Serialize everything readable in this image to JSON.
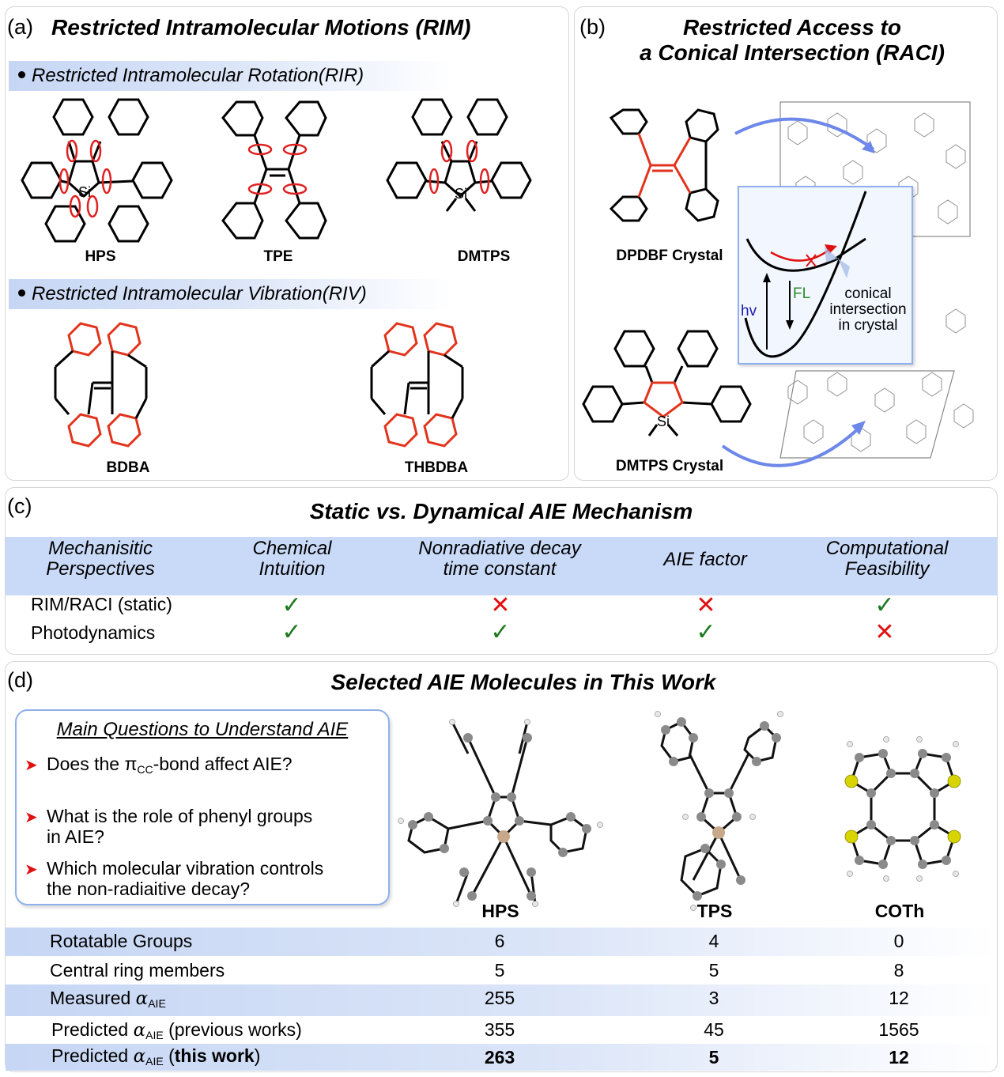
{
  "panel_a": {
    "label": "(a)",
    "title": "Restricted Intramolecular Motions (RIM)",
    "rir": {
      "heading": "Restricted Intramolecular Rotation(RIR)",
      "molecules": [
        "HPS",
        "TPE",
        "DMTPS"
      ]
    },
    "riv": {
      "heading": "Restricted Intramolecular Vibration(RIV)",
      "molecules": [
        "BDBA",
        "THBDBA"
      ]
    },
    "colors": {
      "rotation_arrows": "#e02020",
      "riv_rings": "#e2341d",
      "bonds": "#000000"
    }
  },
  "panel_b": {
    "label": "(b)",
    "title_line1": "Restricted Access to",
    "title_line2": "a Conical Intersection (RACI)",
    "crystals": [
      "DPDBF Crystal",
      "DMTPS Crystal"
    ],
    "inset": {
      "hv_label": "hv",
      "fl_label": "FL",
      "ci_label_lines": [
        "conical",
        "intersection",
        "in crystal"
      ],
      "colors": {
        "hv": "#1a1ab0",
        "fl": "#2a8a2a",
        "blocked_path": "#e01010",
        "arrows": "#6d88e8"
      }
    }
  },
  "panel_c": {
    "label": "(c)",
    "title": "Static vs. Dynamical AIE Mechanism",
    "headers": [
      [
        "Mechanisitic",
        "Perspectives"
      ],
      [
        "Chemical",
        "Intuition"
      ],
      [
        "Nonradiative decay",
        "time constant"
      ],
      [
        "AIE factor"
      ],
      [
        "Computational",
        "Feasibility"
      ]
    ],
    "rows": [
      {
        "label": "RIM/RACI (static)",
        "values": [
          true,
          false,
          false,
          true
        ]
      },
      {
        "label": "Photodynamics",
        "values": [
          true,
          true,
          true,
          false
        ]
      }
    ],
    "symbols": {
      "yes": "✓",
      "no": "✕"
    }
  },
  "panel_d": {
    "label": "(d)",
    "title": "Selected AIE Molecules in This Work",
    "questions_box": {
      "title": "Main Questions to Understand AIE",
      "questions": [
        {
          "pre": "Does the π",
          "sub": "CC",
          "post": "-bond affect AIE?"
        },
        {
          "line1": "What is the role of phenyl groups",
          "line2": "in AIE?"
        },
        {
          "line1": "Which molecular vibration controls",
          "line2": "the non-radiaitive decay?"
        }
      ],
      "bullet": "➤"
    },
    "molecules": [
      "HPS",
      "TPS",
      "COTh"
    ],
    "table": [
      {
        "label": "Rotatable Groups",
        "values": [
          "6",
          "4",
          "0"
        ]
      },
      {
        "label": "Central ring members",
        "values": [
          "5",
          "5",
          "8"
        ]
      },
      {
        "label_pre": "Measured ",
        "alpha": "α",
        "sub": "AIE",
        "label_post": "",
        "values": [
          "255",
          "3",
          "12"
        ]
      },
      {
        "label_pre": "Predicted ",
        "alpha": "α",
        "sub": "AIE",
        "label_post": " (previous works)",
        "values": [
          "355",
          "45",
          "1565"
        ]
      },
      {
        "label_pre": "Predicted ",
        "alpha": "α",
        "sub": "AIE",
        "label_post_plain": " (",
        "label_post_bold": "this work",
        "label_post_end": ")",
        "values": [
          "263",
          "5",
          "12"
        ]
      }
    ],
    "atom_colors": {
      "carbon": "#8a8a8a",
      "hydrogen": "#e8e8e8",
      "silicon": "#c8a88a",
      "sulfur": "#d8d400"
    }
  }
}
